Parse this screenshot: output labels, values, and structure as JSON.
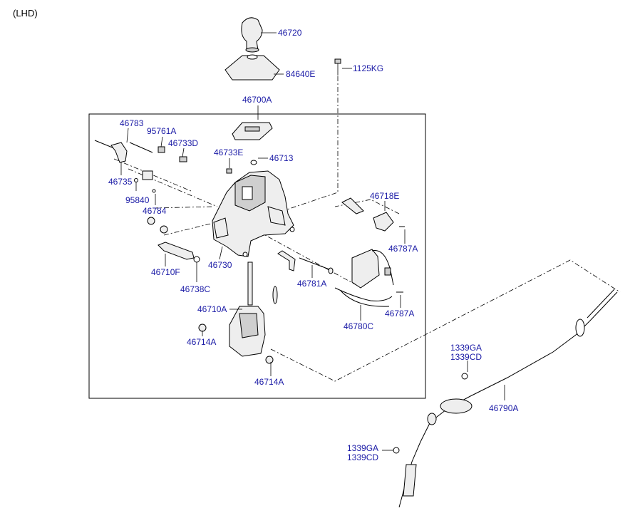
{
  "variant_label": "(LHD)",
  "callouts": {
    "p46720": "46720",
    "p84640E": "84640E",
    "p1125KG": "1125KG",
    "p46700A": "46700A",
    "p46783": "46783",
    "p95761A": "95761A",
    "p46733D": "46733D",
    "p46733E": "46733E",
    "p46713": "46713",
    "p46735": "46735",
    "p95840": "95840",
    "p46784": "46784",
    "p46718E": "46718E",
    "p46787A_1": "46787A",
    "p46710F": "46710F",
    "p46730": "46730",
    "p46738C": "46738C",
    "p46781A": "46781A",
    "p46787A_2": "46787A",
    "p46710A": "46710A",
    "p46780C": "46780C",
    "p46714A_1": "46714A",
    "p46714A_2": "46714A",
    "p1339GA_1": "1339GA",
    "p1339CD_1": "1339CD",
    "p46790A": "46790A",
    "p1339GA_2": "1339GA",
    "p1339CD_2": "1339CD"
  }
}
